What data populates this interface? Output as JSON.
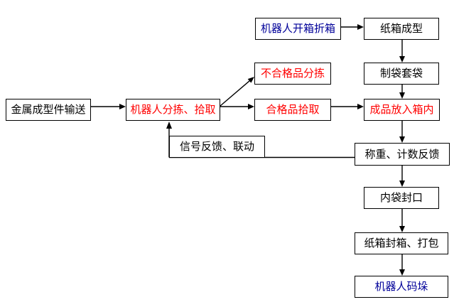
{
  "diagram": {
    "type": "flowchart",
    "language": "zh-CN",
    "colors": {
      "black_text": "#000000",
      "red_text": "#ff0000",
      "blue_text": "#000099",
      "line": "#000000",
      "box_background": "#ffffff"
    },
    "nodes": [
      {
        "id": "metal-infeed",
        "label": "金属成型件输送",
        "text_color": "#000000"
      },
      {
        "id": "robot-sorting-picking",
        "label": "机器人分拣、拾取",
        "text_color": "#ff0000"
      },
      {
        "id": "robot-carton-opening",
        "label": "机器人开箱折箱",
        "text_color": "#000099"
      },
      {
        "id": "carton-forming",
        "label": "纸箱成型",
        "text_color": "#000000"
      },
      {
        "id": "reject-sorting",
        "label": "不合格品分拣",
        "text_color": "#ff0000"
      },
      {
        "id": "bag-making-bagging",
        "label": "制袋套袋",
        "text_color": "#000000"
      },
      {
        "id": "accepted-picking",
        "label": "合格品拾取",
        "text_color": "#ff0000"
      },
      {
        "id": "product-into-box",
        "label": "成品放入箱内",
        "text_color": "#ff0000"
      },
      {
        "id": "signal-feedback-link",
        "label": "信号反馈、联动",
        "text_color": "#000000"
      },
      {
        "id": "weighing-counting",
        "label": "称重、计数反馈",
        "text_color": "#000000"
      },
      {
        "id": "inner-bag-sealing",
        "label": "内袋封口",
        "text_color": "#000000"
      },
      {
        "id": "carton-sealing-packing",
        "label": "纸箱封箱、打包",
        "text_color": "#000000"
      },
      {
        "id": "robot-palletizing",
        "label": "机器人码垛",
        "text_color": "#000099"
      }
    ],
    "edges": [
      {
        "from": "metal-infeed",
        "to": "robot-sorting-picking"
      },
      {
        "from": "robot-sorting-picking",
        "to": "reject-sorting"
      },
      {
        "from": "robot-sorting-picking",
        "to": "accepted-picking"
      },
      {
        "from": "robot-carton-opening",
        "to": "carton-forming"
      },
      {
        "from": "carton-forming",
        "to": "bag-making-bagging"
      },
      {
        "from": "bag-making-bagging",
        "to": "product-into-box"
      },
      {
        "from": "accepted-picking",
        "to": "product-into-box"
      },
      {
        "from": "product-into-box",
        "to": "weighing-counting"
      },
      {
        "from": "weighing-counting",
        "to": "inner-bag-sealing"
      },
      {
        "from": "inner-bag-sealing",
        "to": "carton-sealing-packing"
      },
      {
        "from": "carton-sealing-packing",
        "to": "robot-palletizing"
      },
      {
        "from": "weighing-counting",
        "to": "robot-sorting-picking",
        "via": "signal-feedback-link"
      }
    ]
  }
}
